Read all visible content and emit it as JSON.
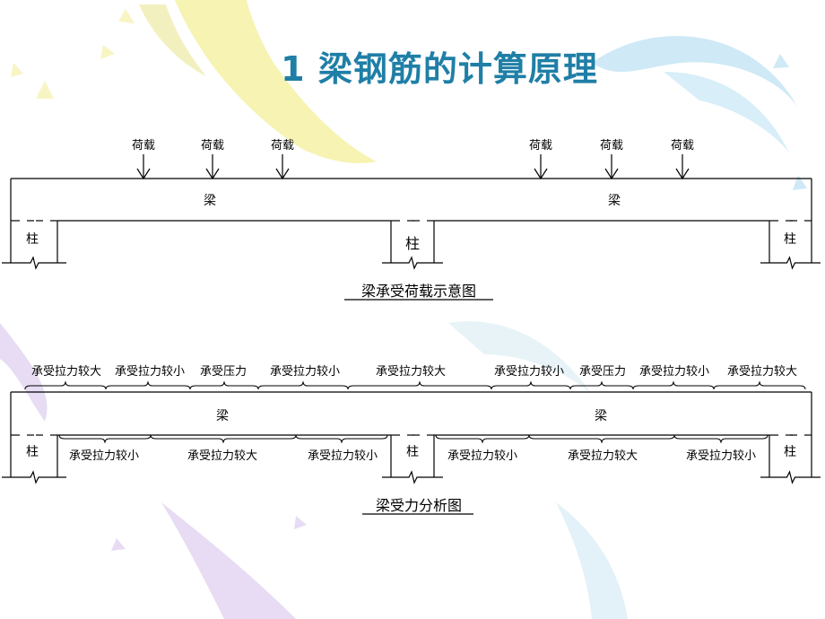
{
  "slide": {
    "title": "1 梁钢筋的计算原理",
    "colors": {
      "title": "#1f7fa6",
      "line": "#000000",
      "decor_yellow": "#f6f3b3",
      "decor_blue": "#cfe9f6",
      "decor_purple": "#e7dcf3"
    }
  },
  "diagram1": {
    "loads": [
      "荷载",
      "荷载",
      "荷载",
      "荷载",
      "荷载",
      "荷载"
    ],
    "beams": [
      "梁",
      "梁"
    ],
    "columns": [
      "柱",
      "柱",
      "柱"
    ],
    "caption": "梁承受荷载示意图"
  },
  "diagram2": {
    "top_zones": [
      "承受拉力较大",
      "承受拉力较小",
      "承受压力",
      "承受拉力较小",
      "承受拉力较大",
      "承受拉力较小",
      "承受压力",
      "承受拉力较小",
      "承受拉力较大"
    ],
    "bottom_zones": [
      "承受拉力较小",
      "承受拉力较大",
      "承受拉力较小",
      "承受拉力较小",
      "承受拉力较大",
      "承受拉力较小"
    ],
    "beams": [
      "梁",
      "梁"
    ],
    "columns": [
      "柱",
      "柱",
      "柱"
    ],
    "caption": "梁受力分析图"
  }
}
